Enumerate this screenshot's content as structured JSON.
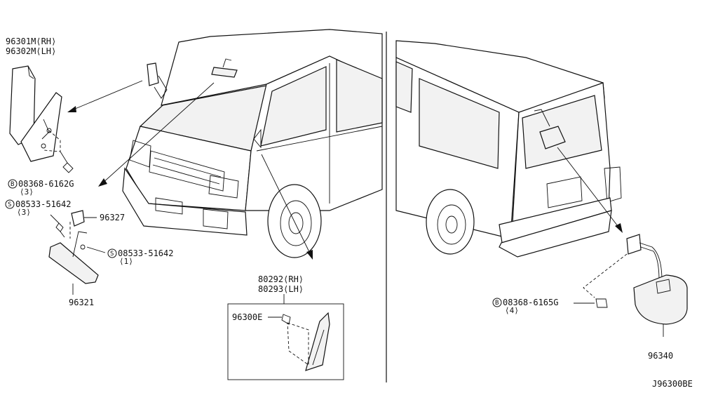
{
  "callouts": {
    "door_mirror_rh": "96301M⟨RH⟩",
    "door_mirror_lh": "96302M⟨LH⟩",
    "bolt_top_code": "08368-6162G",
    "bolt_top_qty": "⟨3⟩",
    "screw_a_code": "08533-51642",
    "screw_a_qty": "⟨3⟩",
    "bracket": "96327",
    "screw_b_code": "08533-51642",
    "screw_b_qty": "⟨1⟩",
    "inside_mirror": "96321",
    "garnish_rh": "80292⟨RH⟩",
    "garnish_lh": "80293⟨LH⟩",
    "clip": "96300E",
    "bolt_rear_code": "08368-6165G",
    "bolt_rear_qty": "⟨4⟩",
    "rear_mirror": "96340",
    "diagram_code": "J96300BE"
  },
  "symbols": {
    "bolt": "B",
    "screw": "S"
  }
}
